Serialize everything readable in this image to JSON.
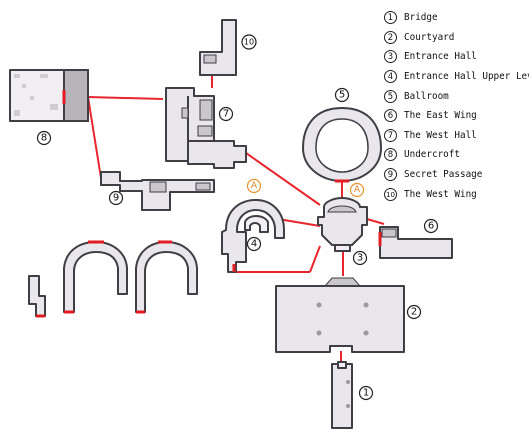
{
  "legend": [
    {
      "num": "1",
      "label": "Bridge"
    },
    {
      "num": "2",
      "label": "Courtyard"
    },
    {
      "num": "3",
      "label": "Entrance Hall"
    },
    {
      "num": "4",
      "label": "Entrance Hall Upper Level"
    },
    {
      "num": "5",
      "label": "Ballroom"
    },
    {
      "num": "6",
      "label": "The East Wing"
    },
    {
      "num": "7",
      "label": "The West Hall"
    },
    {
      "num": "8",
      "label": "Undercroft"
    },
    {
      "num": "9",
      "label": "Secret Passage"
    },
    {
      "num": "10",
      "label": "The West Wing"
    }
  ],
  "markers": {
    "a1": "A",
    "a2": "A"
  },
  "colors": {
    "connector": "#e8262d",
    "room_fill": "#e9e6ec",
    "wall": "#3f3f45",
    "marker": "#e8952f"
  }
}
